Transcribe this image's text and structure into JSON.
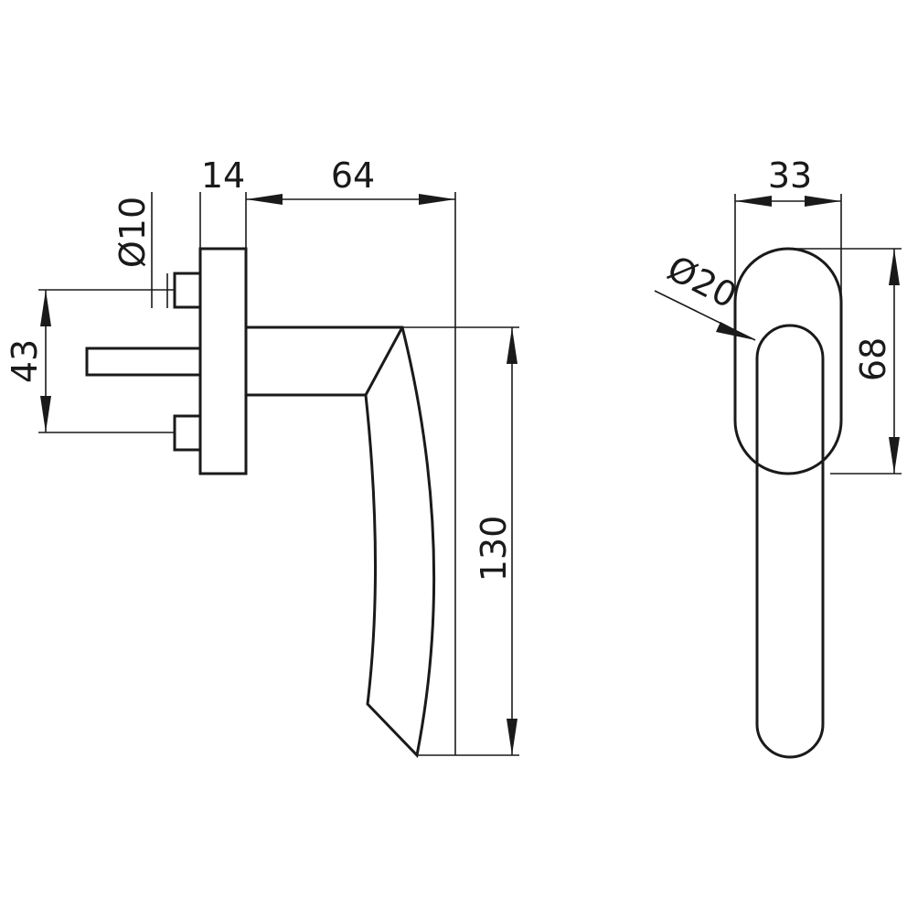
{
  "dimensions": {
    "flange_thickness": "14",
    "handle_projection": "64",
    "pin_diameter": "Ø10",
    "pin_spacing": "43",
    "handle_length": "130",
    "rose_width": "33",
    "grip_diameter": "Ø20",
    "rose_height": "68"
  }
}
